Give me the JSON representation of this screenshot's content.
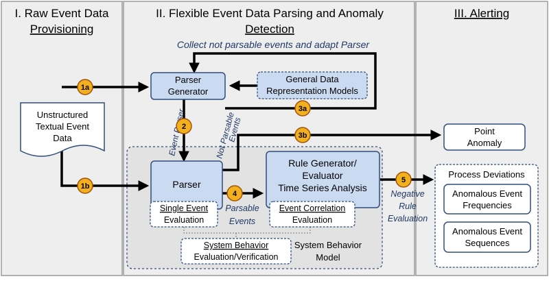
{
  "sections": {
    "raw": {
      "title_line1": "I. Raw Event Data",
      "title_line2": "Provisioning"
    },
    "parsing": {
      "title_line1": "II. Flexible Event Data Parsing and Anomaly",
      "title_line2": "Detection"
    },
    "alerting": {
      "title": "III. Alerting"
    }
  },
  "annotations": {
    "feedback": "Collect not parsable events and adapt Parser",
    "event_parser_1": "Event Parser",
    "not_parsable_1": "Not Parsable",
    "not_parsable_2": "Events",
    "parsable_1": "Parsable",
    "parsable_2": "Events",
    "negative_1": "Negative",
    "negative_2": "Rule",
    "negative_3": "Evaluation"
  },
  "nodes": {
    "unstructured": {
      "line1": "Unstructured",
      "line2": "Textual Event",
      "line3": "Data"
    },
    "parser_generator": {
      "line1": "Parser",
      "line2": "Generator"
    },
    "general_data": {
      "line1": "General Data",
      "line2": "Representation Models"
    },
    "parser": {
      "label": "Parser"
    },
    "single_event": {
      "line1": "Single Event",
      "line2": "Evaluation"
    },
    "rule_generator": {
      "line1": "Rule Generator/",
      "line2": "Evaluator",
      "line3": "Time Series Analysis"
    },
    "event_correlation": {
      "line1": "Event Correlation",
      "line2": "Evaluation"
    },
    "system_behavior_eval": {
      "line1": "System Behavior",
      "line2": "Evaluation/Verification"
    },
    "system_behavior_model": {
      "line1": "System Behavior",
      "line2": "Model"
    },
    "point_anomaly": {
      "line1": "Point",
      "line2": "Anomaly"
    },
    "process_deviations": {
      "title": "Process Deviations"
    },
    "anomalous_freq": {
      "line1": "Anomalous Event",
      "line2": "Frequencies"
    },
    "anomalous_seq": {
      "line1": "Anomalous Event",
      "line2": "Sequences"
    }
  },
  "badges": {
    "b1a": "1a",
    "b1b": "1b",
    "b2": "2",
    "b3a": "3a",
    "b3b": "3b",
    "b4": "4",
    "b5": "5"
  },
  "colors": {
    "section_bg": "#eeeeee",
    "section_border": "#9a9a9a",
    "node_fill": "#c9daf1",
    "node_border": "#2f4d7a",
    "badge_fill": "#f2b01e",
    "badge_border": "#a0520a",
    "annotation_text": "#1f3864",
    "arrow": "#000000"
  }
}
